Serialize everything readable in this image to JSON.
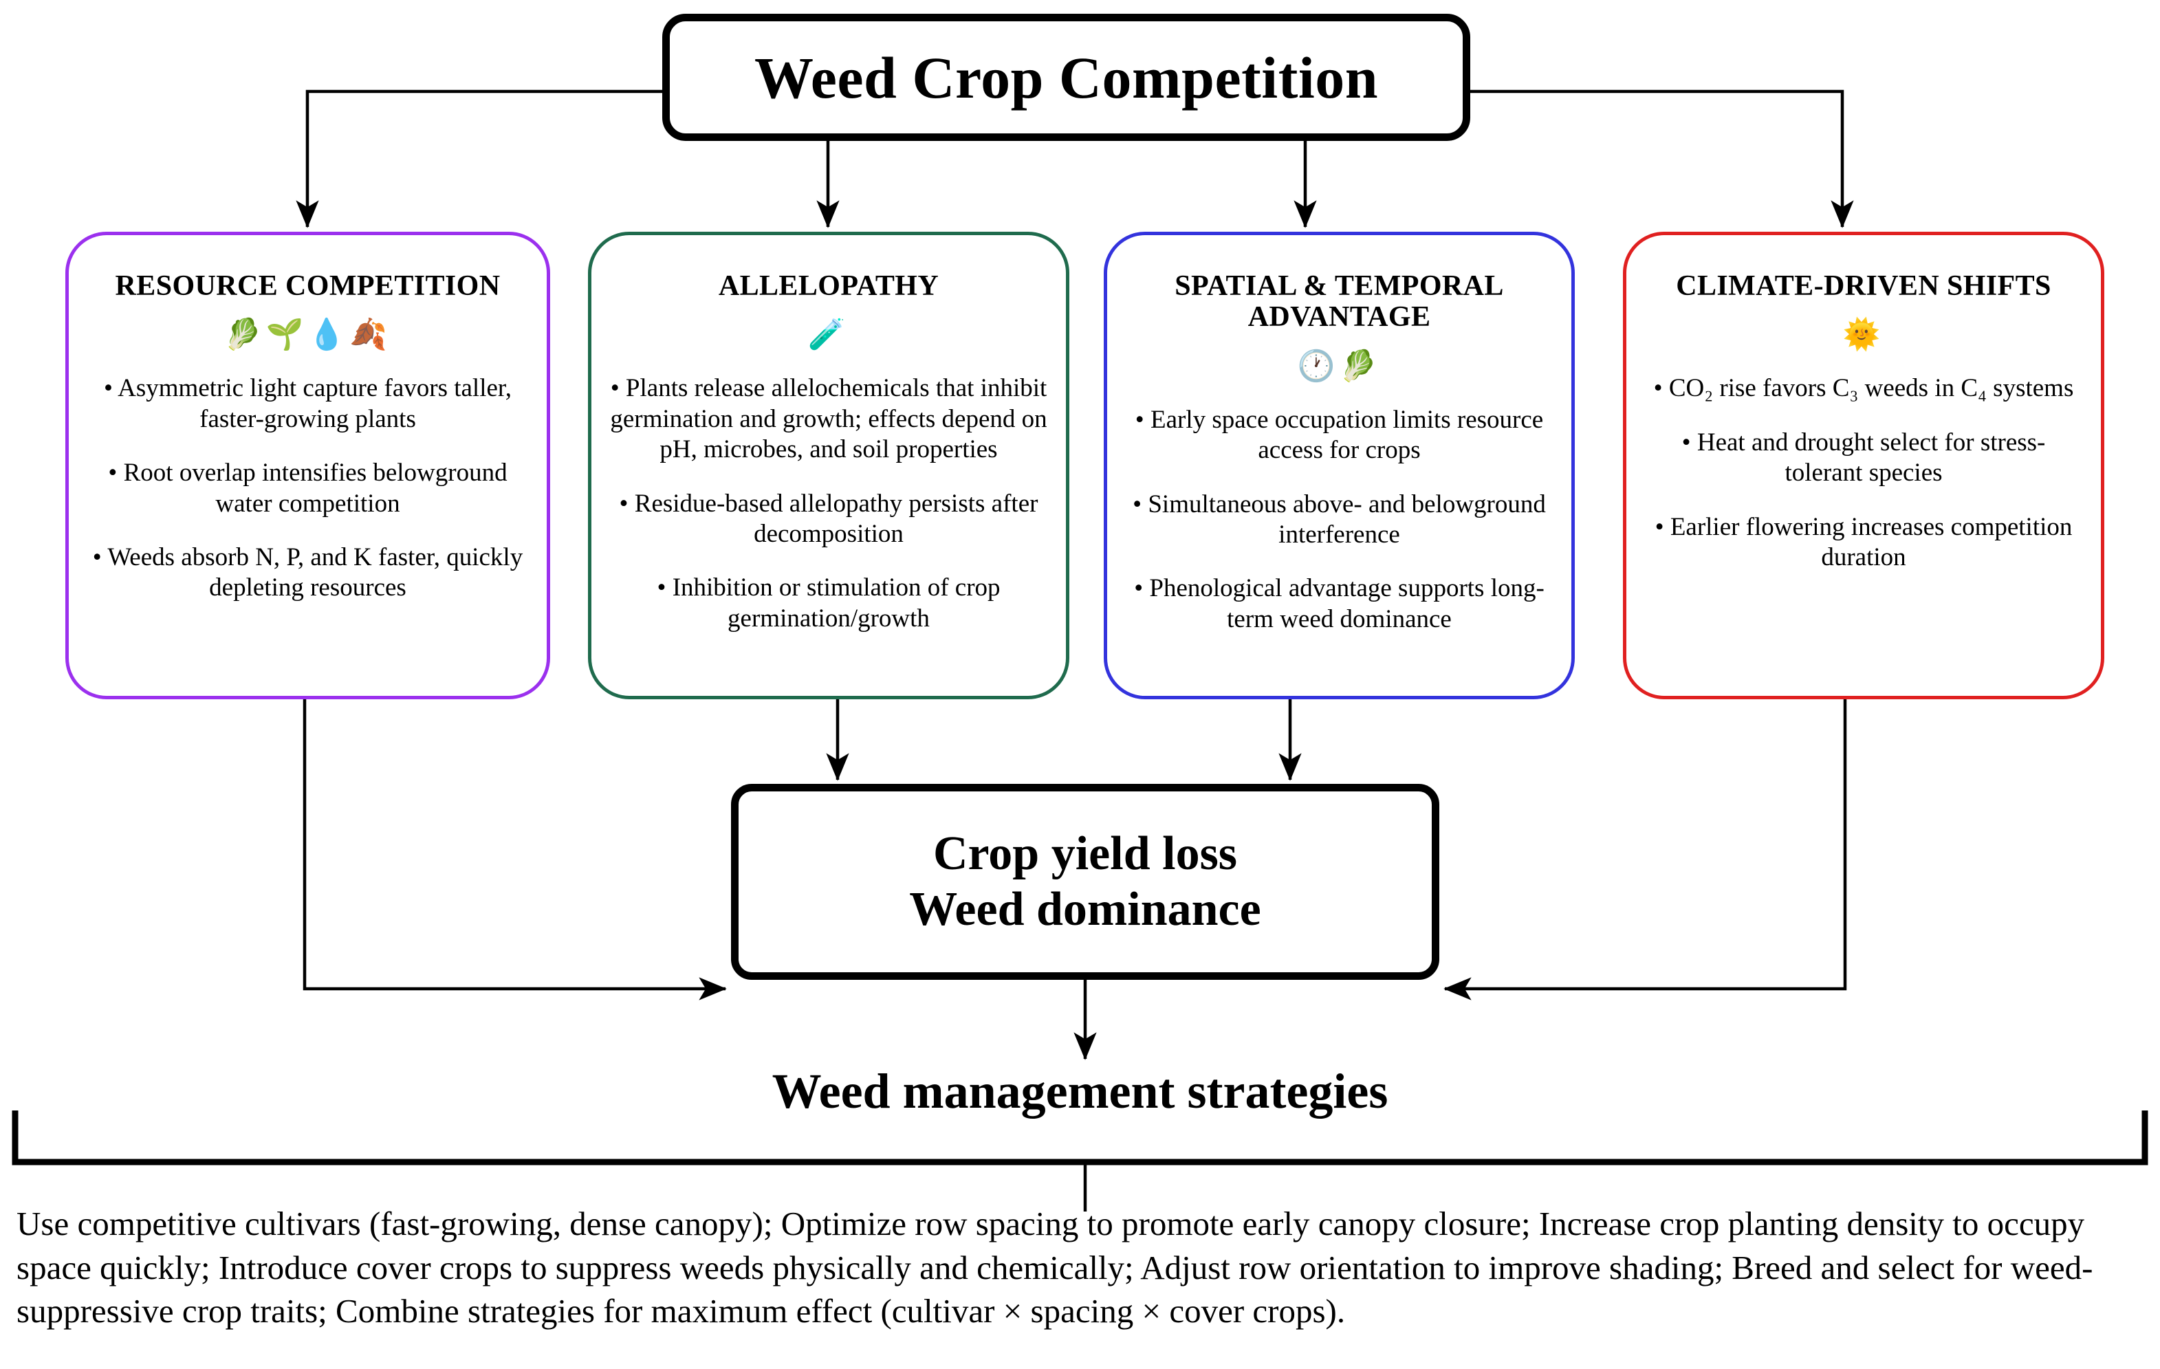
{
  "title": {
    "label": "Weed Crop Competition"
  },
  "categories": [
    {
      "id": "resource-competition",
      "heading": "RESOURCE COMPETITION",
      "color": "#9B30EE",
      "emoji": "🥬🌱💧🍂",
      "icon_names": [
        "leafy-green-icon",
        "seedling-icon",
        "water-droplet-icon",
        "fallen-leaf-icon"
      ],
      "bullets": [
        "Asymmetric light capture favors taller, faster-growing plants",
        "Root overlap intensifies belowground water competition",
        "Weeds absorb N, P, and K faster, quickly depleting resources"
      ]
    },
    {
      "id": "allelopathy",
      "heading": "ALLELOPATHY",
      "color": "#1F6B4D",
      "emoji": "🧪",
      "icon_names": [
        "test-tube-icon"
      ],
      "bullets": [
        "Plants release allelochemicals that inhibit germination and growth; effects depend on pH, microbes, and soil properties",
        "Residue-based allelopathy persists after decomposition",
        "Inhibition or stimulation of crop germination/growth"
      ]
    },
    {
      "id": "spatial-temporal-advantage",
      "heading": "SPATIAL & TEMPORAL ADVANTAGE",
      "color": "#3333DD",
      "emoji": "🕐🥬",
      "icon_names": [
        "clock-icon",
        "leafy-green-icon"
      ],
      "bullets": [
        "Early space occupation limits resource access for crops",
        "Simultaneous above- and belowground interference",
        "Phenological advantage supports long-term weed dominance"
      ]
    },
    {
      "id": "climate-driven-shifts",
      "heading": "CLIMATE-DRIVEN SHIFTS",
      "color": "#E02020",
      "emoji": "🌞",
      "icon_names": [
        "sun-icon"
      ],
      "bullets": [
        "CO₂ rise favors C₃ weeds in C₄ systems",
        "Heat and drought select for stress-tolerant species",
        "Earlier flowering increases competition duration"
      ]
    }
  ],
  "outcome": {
    "line1": "Crop yield loss",
    "line2": "Weed dominance"
  },
  "management": {
    "heading": "Weed management strategies",
    "text": "Use competitive cultivars (fast-growing, dense canopy); Optimize row spacing to promote early canopy closure; Increase crop planting density to occupy space quickly; Introduce cover crops to suppress weeds physically and chemically; Adjust row orientation to improve shading; Breed and select for weed-suppressive crop traits; Combine strategies for maximum effect (cultivar × spacing × cover crops)."
  }
}
